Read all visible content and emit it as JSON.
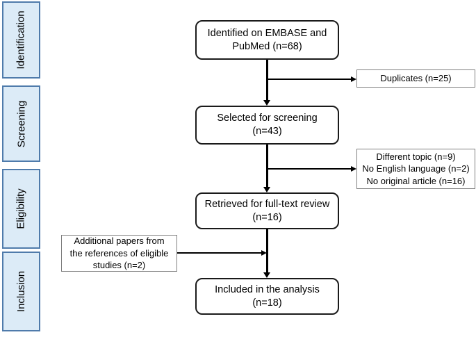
{
  "diagram": {
    "type": "prisma-flowchart",
    "stages": [
      {
        "label": "Identification"
      },
      {
        "label": "Screening"
      },
      {
        "label": "Eligibility"
      },
      {
        "label": "Inclusion"
      }
    ],
    "flow_boxes": [
      {
        "lines": [
          "Identified on EMBASE and",
          "PubMed (n=68)"
        ],
        "n": 68
      },
      {
        "lines": [
          "Selected for screening",
          "(n=43)"
        ],
        "n": 43
      },
      {
        "lines": [
          "Retrieved for full-text review",
          "(n=16)"
        ],
        "n": 16
      },
      {
        "lines": [
          "Included in the analysis",
          "(n=18)"
        ],
        "n": 18
      }
    ],
    "side_boxes": {
      "duplicates": {
        "lines": [
          "Duplicates (n=25)"
        ],
        "n": 25
      },
      "exclusions": {
        "lines": [
          "Different topic (n=9)",
          "No English language (n=2)",
          "No original article (n=16)"
        ],
        "counts": [
          9,
          2,
          16
        ]
      },
      "additional": {
        "lines": [
          "Additional papers from",
          "the references of eligible",
          "studies (n=2)"
        ],
        "n": 2
      }
    },
    "colors": {
      "stage_fill": "#dcebf7",
      "stage_border": "#4f7bab",
      "flow_box_border": "#1a1a1a",
      "side_box_border": "#7f7f7f",
      "arrow": "#000000"
    }
  }
}
